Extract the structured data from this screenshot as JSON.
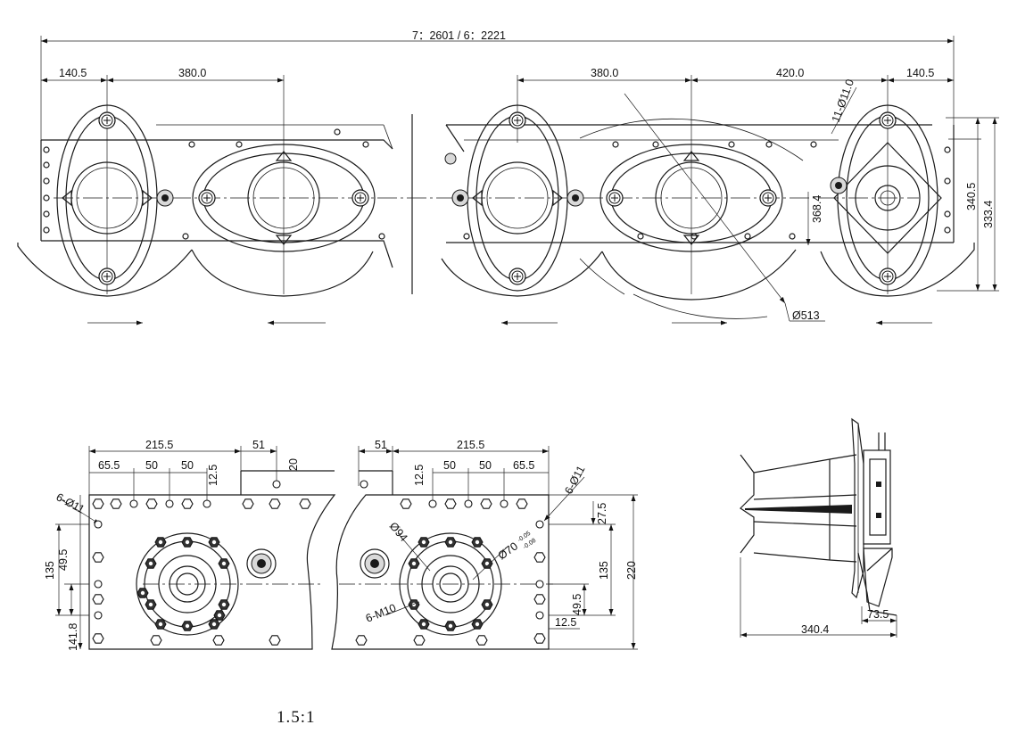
{
  "top_view": {
    "overall_length": "7：2601 /   6：2221",
    "dims": {
      "left_140": "140.5",
      "left_380": "380.0",
      "right_380": "380.0",
      "right_420": "420.0",
      "right_140": "140.5",
      "holes": "11-Ø11.0",
      "h_340": "340.5",
      "h_333": "333.4",
      "h_368": "368.4",
      "dia_513": "Ø513"
    }
  },
  "front_left": {
    "dims": {
      "w_215": "215.5",
      "w_51": "51",
      "w_65": "65.5",
      "w_50a": "50",
      "w_50b": "50",
      "v_12": "12.5",
      "v_20": "20",
      "holes": "6-Ø11",
      "v_135": "135",
      "v_49": "49.5",
      "v_141": "141.8"
    }
  },
  "front_right": {
    "dims": {
      "w_51": "51",
      "w_215": "215.5",
      "v_12": "12.5",
      "w_50a": "50",
      "w_50b": "50",
      "w_65": "65.5",
      "holes": "6-Ø11",
      "dia_94": "Ø94",
      "dia_70": "Ø70",
      "tol_up": "-0.05",
      "tol_low": "-0.08",
      "v_27": "27.5",
      "v_135": "135",
      "v_220": "220",
      "v_49": "49.5",
      "v_12b": "12.5",
      "threads": "6-M10"
    }
  },
  "side_view": {
    "dims": {
      "w_340": "340.4",
      "w_73": "73.5"
    }
  },
  "scale_note": "1.5:1"
}
